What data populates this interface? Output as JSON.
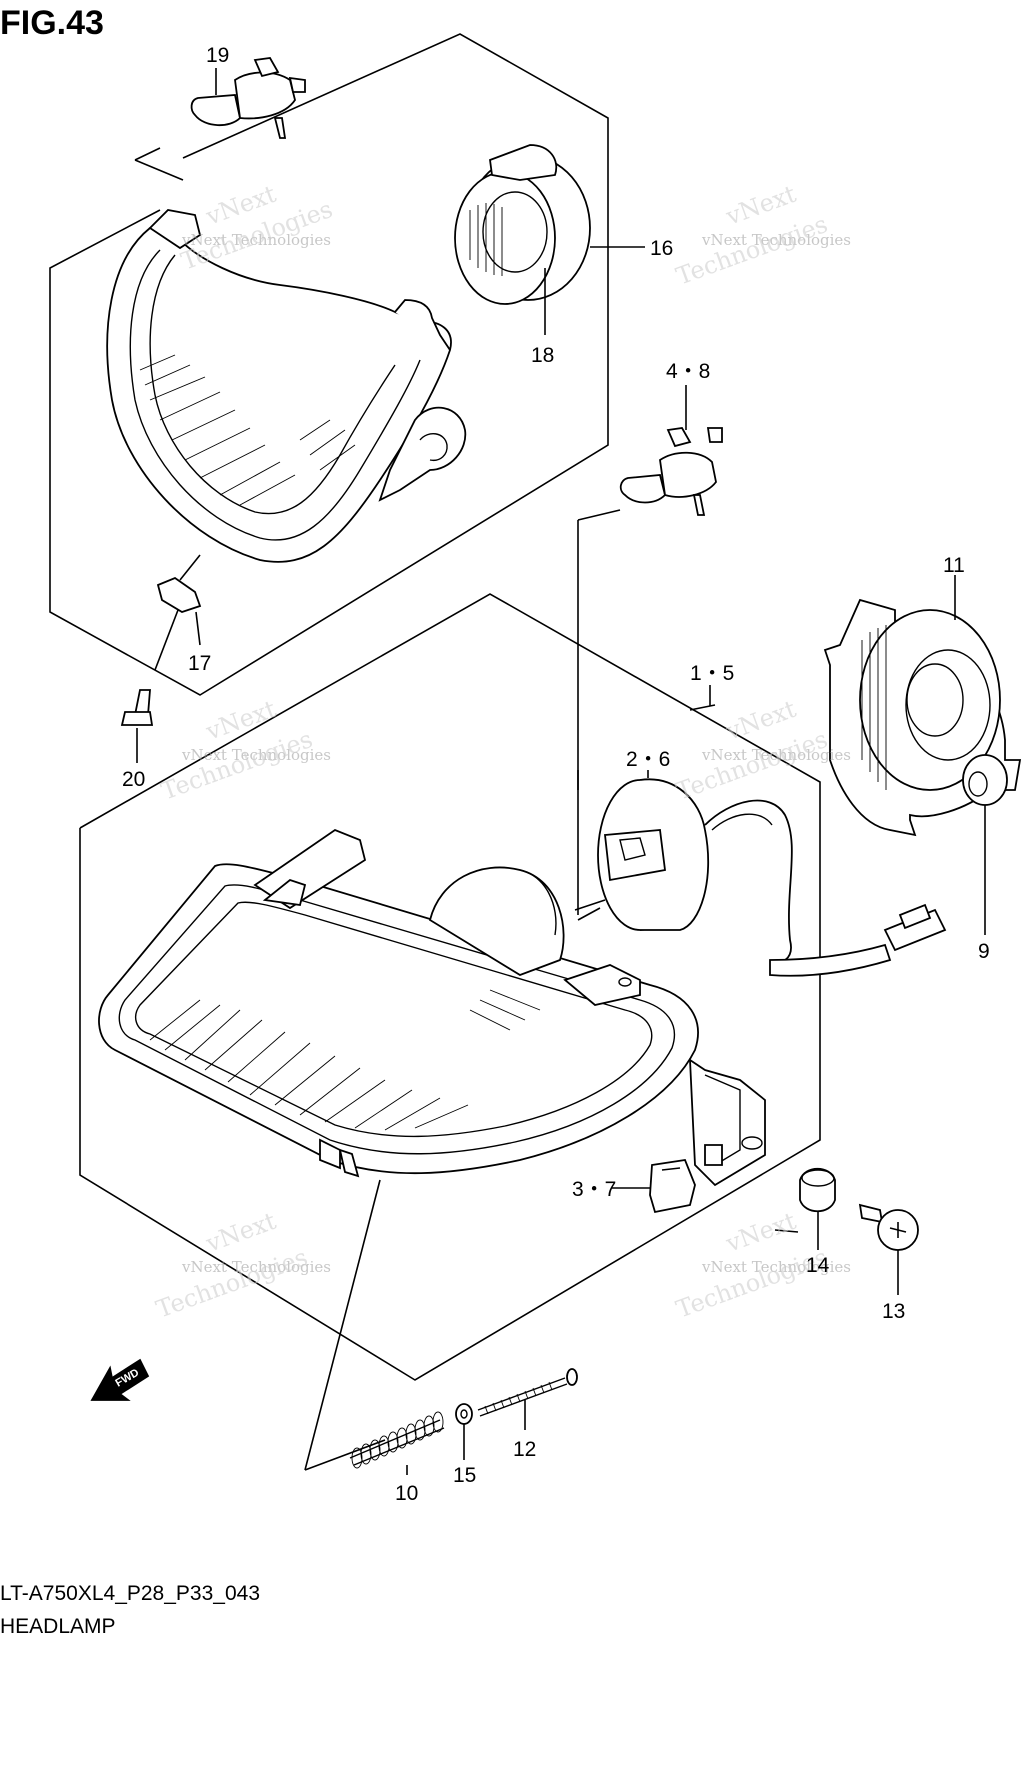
{
  "figure": {
    "title": "FIG.43"
  },
  "caption": {
    "code": "LT-A750XL4_P28_P33_043",
    "name": "HEADLAMP"
  },
  "fwd_label": "FWD",
  "watermark": {
    "line1": "vNext Technologies",
    "line2": "vNext",
    "line3": "Technologies"
  },
  "callouts": [
    {
      "id": "19",
      "text": "19"
    },
    {
      "id": "16",
      "text": "16"
    },
    {
      "id": "18",
      "text": "18"
    },
    {
      "id": "4-8",
      "text": "4・8"
    },
    {
      "id": "11",
      "text": "11"
    },
    {
      "id": "17",
      "text": "17"
    },
    {
      "id": "1-5",
      "text": "1・5"
    },
    {
      "id": "2-6",
      "text": "2・6"
    },
    {
      "id": "20",
      "text": "20"
    },
    {
      "id": "9",
      "text": "9"
    },
    {
      "id": "3-7",
      "text": "3・7"
    },
    {
      "id": "14",
      "text": "14"
    },
    {
      "id": "13",
      "text": "13"
    },
    {
      "id": "12",
      "text": "12"
    },
    {
      "id": "15",
      "text": "15"
    },
    {
      "id": "10",
      "text": "10"
    }
  ]
}
